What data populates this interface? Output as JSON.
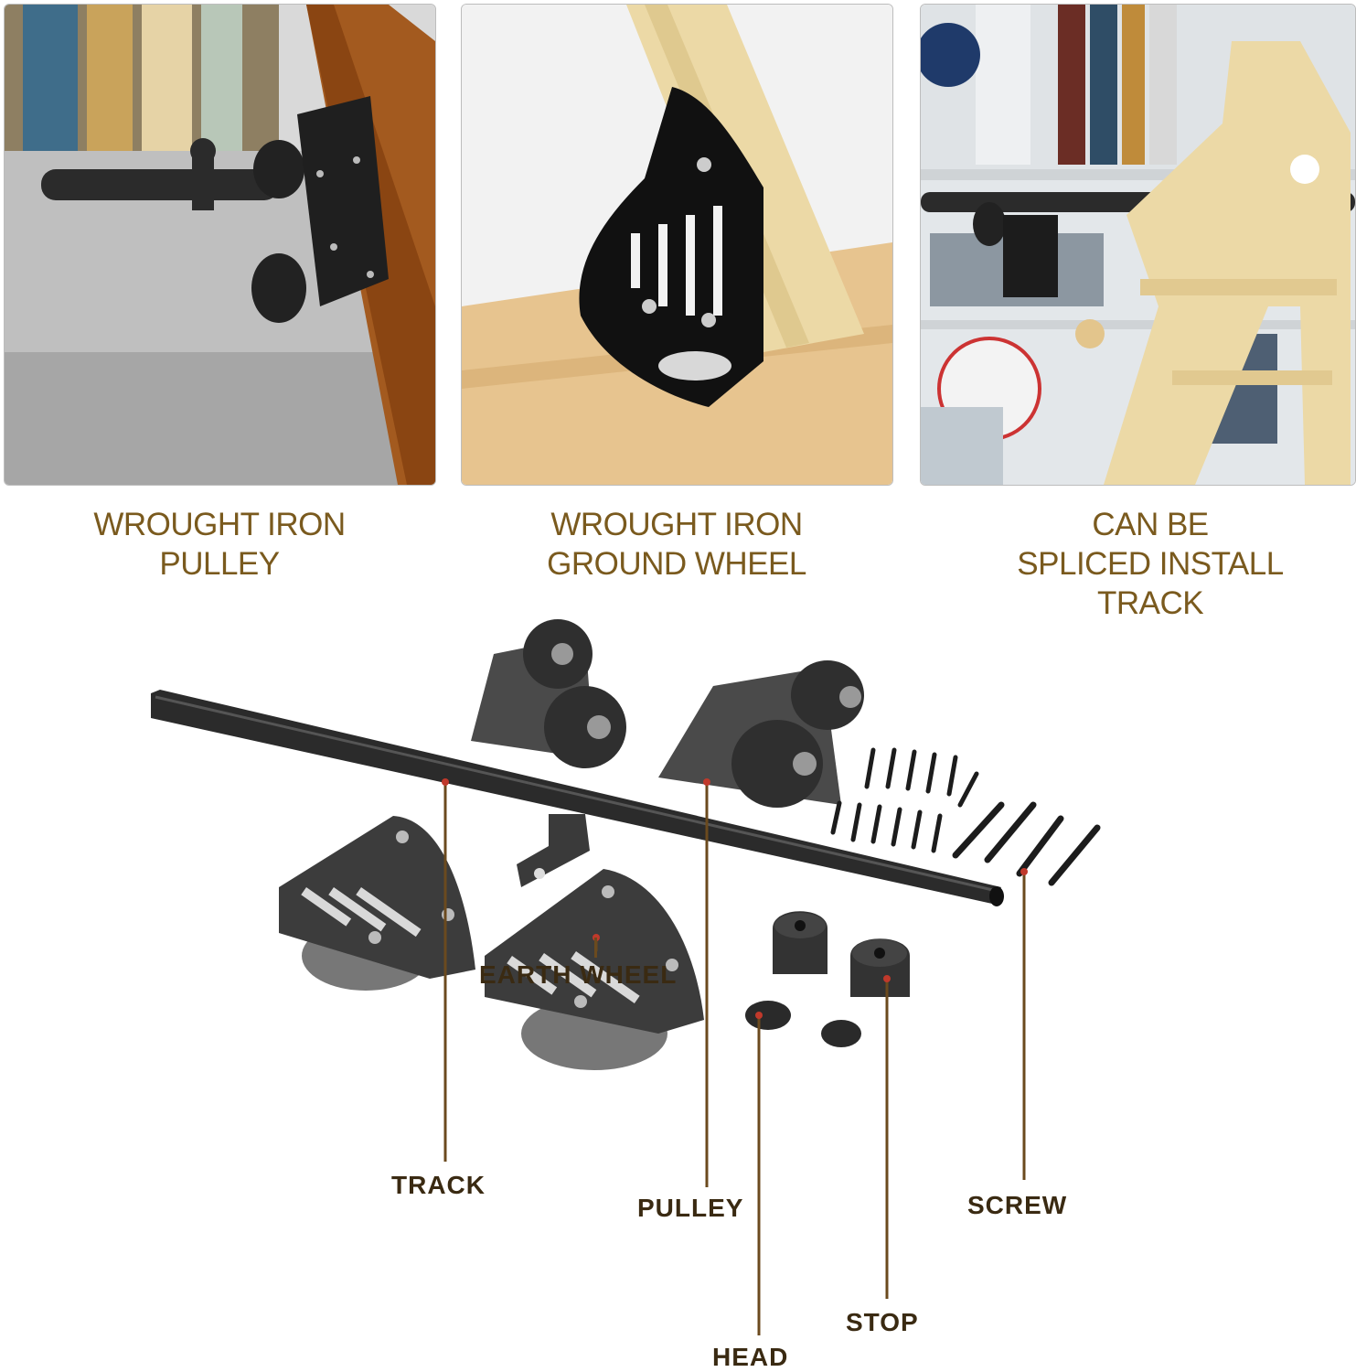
{
  "panels": [
    {
      "id": "pulley-photo",
      "caption": [
        "WROUGHT IRON",
        "PULLEY"
      ]
    },
    {
      "id": "ground-wheel-photo",
      "caption": [
        "WROUGHT IRON",
        "GROUND WHEEL"
      ]
    },
    {
      "id": "track-photo",
      "caption": [
        "CAN BE",
        "SPLICED INSTALL",
        "TRACK"
      ]
    }
  ],
  "parts_diagram": {
    "labels": {
      "track": "TRACK",
      "pulley": "PULLEY",
      "screw": "SCREW",
      "earth_wheel": "EARTH WHEEL",
      "stop": "STOP",
      "head": "HEAD"
    },
    "leader_color": "#6b4a1e",
    "marker_color": "#c0392b"
  },
  "colors": {
    "caption_text": "#7a5a1e",
    "label_text": "#3a2a12",
    "hardware_black": "#2b2b2b",
    "wood_oak": "#a35a1f",
    "wood_pine": "#ecd9a6"
  }
}
